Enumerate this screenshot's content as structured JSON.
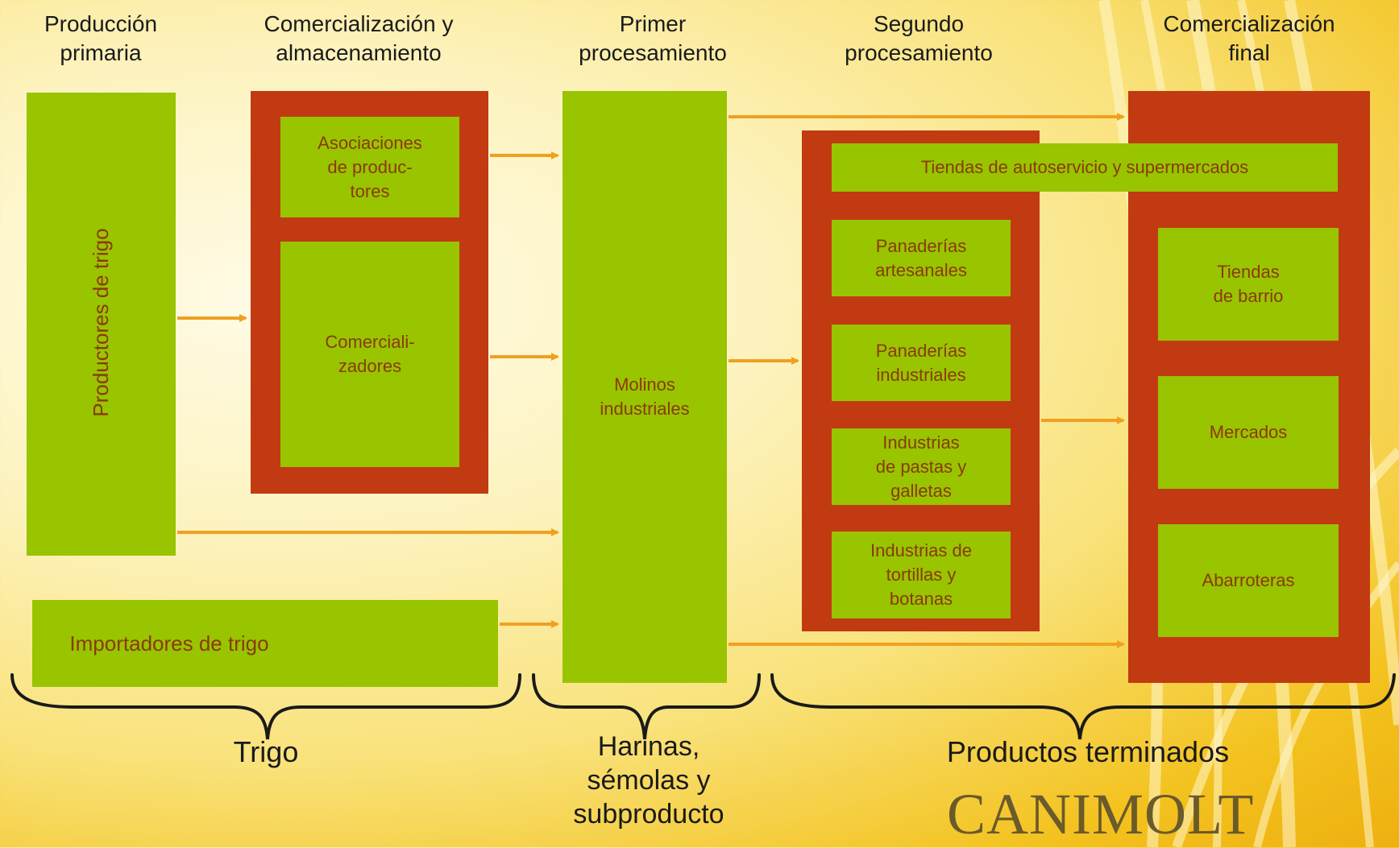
{
  "headers": {
    "col1": "Producción\nprimaria",
    "col2": "Comercialización y\nalmacenamiento",
    "col3": "Primer\nprocesamiento",
    "col4": "Segundo\nprocesamiento",
    "col5": "Comercialización\nfinal"
  },
  "nodes": {
    "productores": "Productores de trigo",
    "importadores": "Importadores de trigo",
    "asociaciones": "Asociaciones\nde produc-\ntores",
    "comercializadores": "Comerciali-\nzadores",
    "molinos": "Molinos\nindustriales",
    "tiendas_autoservicio": "Tiendas de autoservicio y supermercados",
    "panaderias_artesanales": "Panaderías\nartesanales",
    "panaderias_industriales": "Panaderías\nindustriales",
    "industrias_pastas": "Industrias\nde pastas y\ngalletas",
    "industrias_tortillas": "Industrias de\ntortillas y\nbotanas",
    "tiendas_barrio": "Tiendas\nde barrio",
    "mercados": "Mercados",
    "abarroteras": "Abarroteras"
  },
  "groups": {
    "trigo": "Trigo",
    "harinas": "Harinas,\nsémolas y\nsubproducto",
    "productos": "Productos terminados"
  },
  "logo": "CANIMOLT",
  "colors": {
    "green": "#99c400",
    "red": "#c23a12",
    "arrow": "#f0a020",
    "text": "#8a3a0a"
  }
}
